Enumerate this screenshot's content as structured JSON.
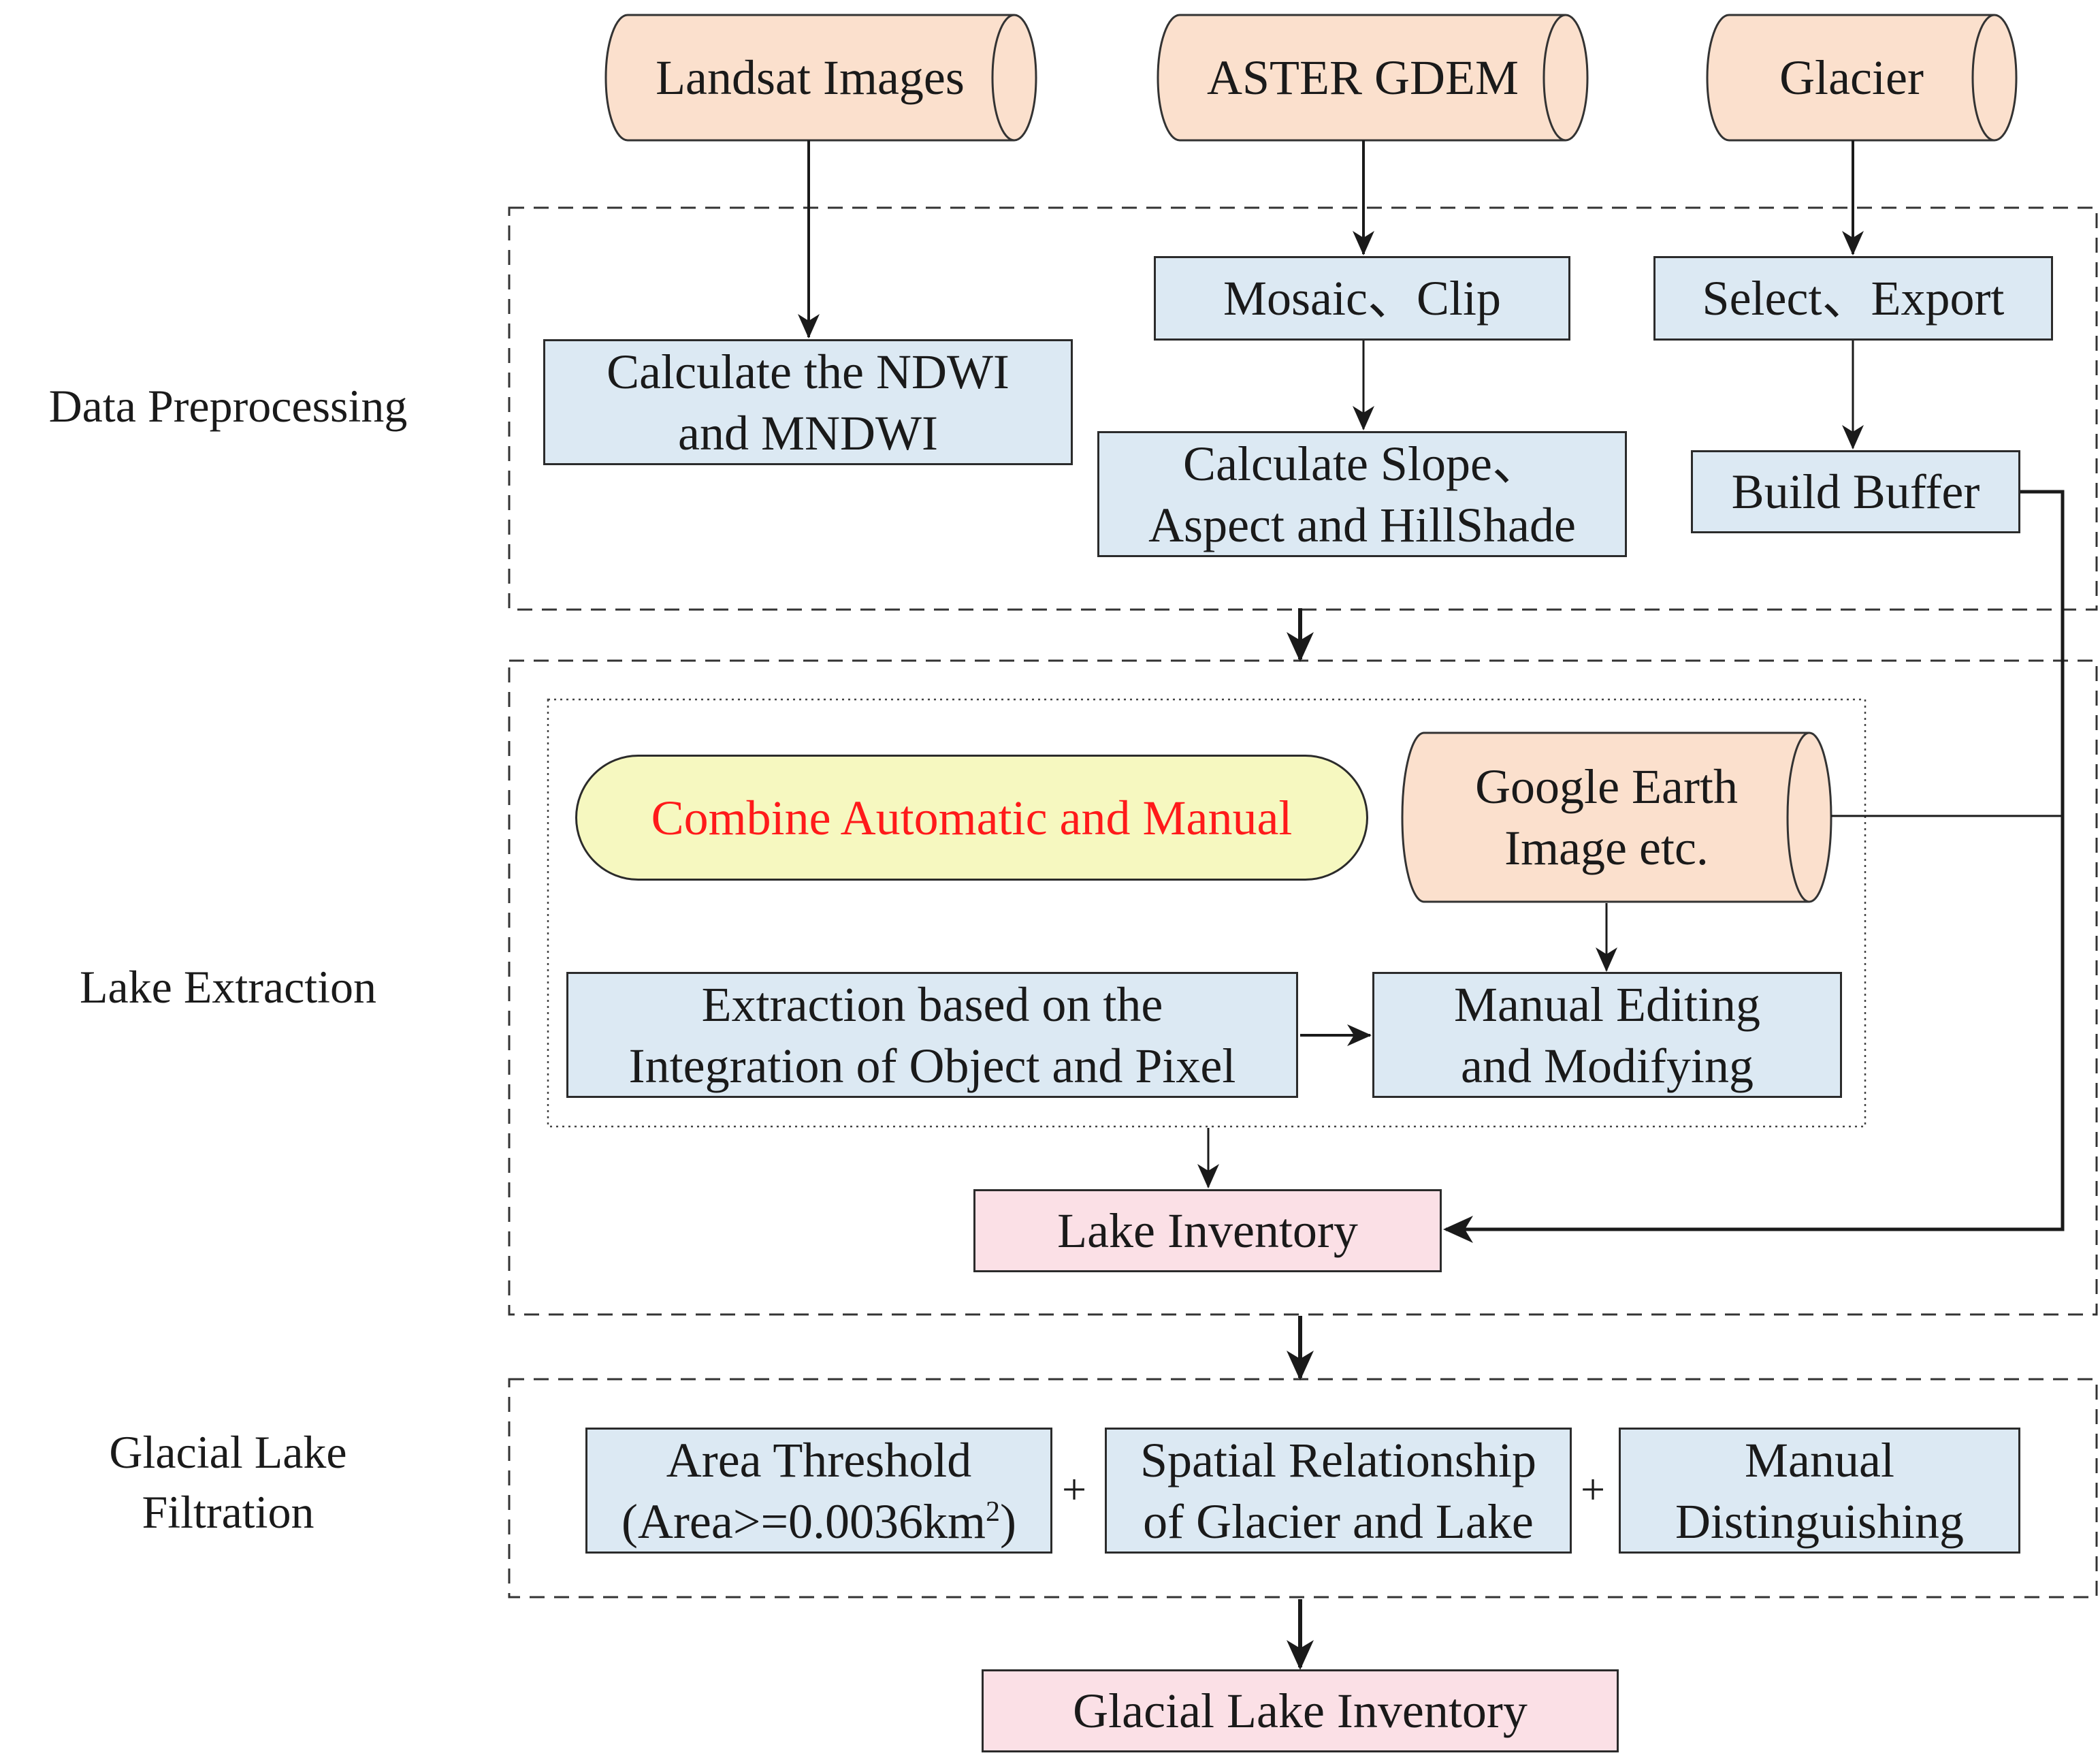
{
  "colors": {
    "source_fill": "#fbe0cd",
    "process_fill": "#dce9f3",
    "output_fill": "#fbe0e6",
    "decision_fill": "#f6f8c0",
    "decision_text": "#ff1a1a",
    "line": "#1a1a1a"
  },
  "sources": {
    "landsat": "Landsat Images",
    "aster": "ASTER GDEM",
    "glacier": "Glacier",
    "google_earth": "Google Earth\nImage etc."
  },
  "stages": {
    "preprocessing": {
      "label": "Data Preprocessing",
      "calc_ndwi": "Calculate the NDWI\nand MNDWI",
      "mosaic_clip": "Mosaic、Clip",
      "calc_slope": "Calculate Slope、\nAspect and HillShade",
      "select_export": "Select、Export",
      "build_buffer": "Build Buffer"
    },
    "extraction": {
      "label": "Lake Extraction",
      "combine": "Combine Automatic and Manual",
      "extraction_obj_pixel": "Extraction based on the\nIntegration of Object and Pixel",
      "manual_editing": "Manual Editing\nand Modifying",
      "lake_inventory": "Lake Inventory"
    },
    "filtration": {
      "label": "Glacial  Lake\nFiltration",
      "area_threshold_line1": "Area Threshold",
      "area_threshold_line2_prefix": "(Area>=0.0036km",
      "area_threshold_sup": "2",
      "area_threshold_line2_suffix": ")",
      "spatial_relationship": "Spatial Relationship\nof Glacier and Lake",
      "manual_distinguishing": "Manual\nDistinguishing",
      "plus_1": "+",
      "plus_2": "+"
    }
  },
  "output": {
    "glacial_lake_inventory": "Glacial Lake Inventory"
  }
}
